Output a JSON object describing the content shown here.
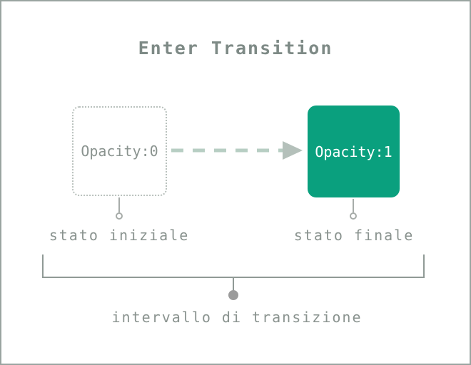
{
  "title": "Enter Transition",
  "colors": {
    "accent_green": "#0aa07e",
    "arrow_dash": "#b7cec3",
    "arrow_head": "#b4c0ba",
    "gray_text": "#8a938f",
    "bracket_gray": "#909a96",
    "dot_gray": "#9b9b9b",
    "frame_border": "#9aa4a0"
  },
  "diagram": {
    "initial_state": {
      "value": "Opacity:0",
      "label": "stato iniziale"
    },
    "final_state": {
      "value": "Opacity:1",
      "label": "stato finale"
    },
    "interval_label": "intervallo di transizione"
  }
}
